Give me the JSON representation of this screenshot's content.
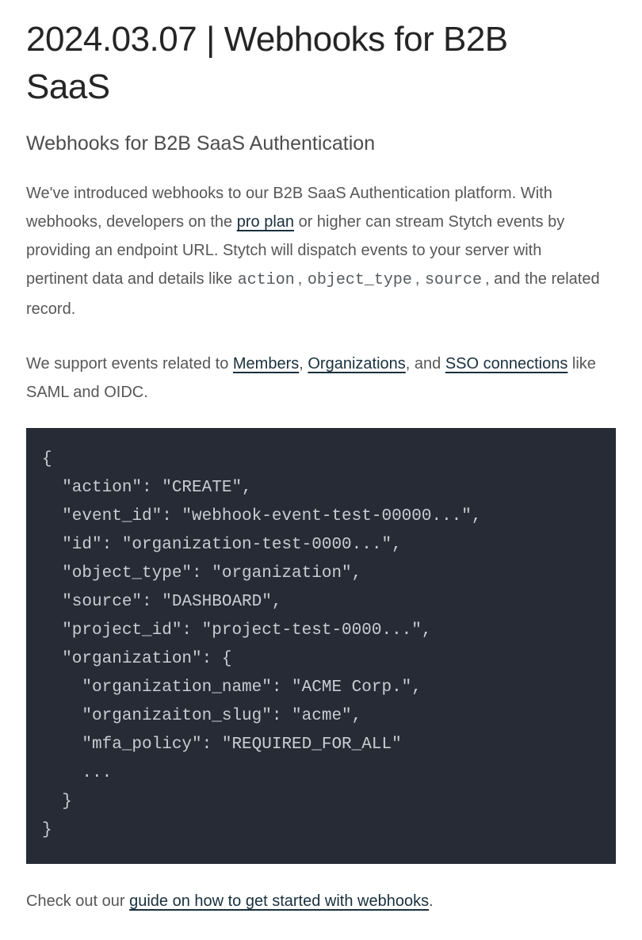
{
  "colors": {
    "page_bg": "#ffffff",
    "heading": "#252525",
    "subtitle": "#4d4d4d",
    "body_text": "#575757",
    "link": "#19303d",
    "code_block_bg": "#262b36",
    "code_block_text": "#c9cdd3"
  },
  "header": {
    "title": "2024.03.07 | Webhooks for B2B SaaS",
    "subtitle": "Webhooks for B2B SaaS Authentication"
  },
  "intro": {
    "text_1": "We've introduced webhooks to our B2B SaaS Authentication platform. With webhooks, developers on the ",
    "pro_plan_link": "pro plan",
    "text_2": " or higher can stream Stytch events by providing an endpoint URL. Stytch will dispatch events to your server with pertinent data and details like ",
    "code_action": "action",
    "text_3": ", ",
    "code_object_type": "object_type",
    "text_4": ", ",
    "code_source": "source",
    "text_5": ", and the related record."
  },
  "events": {
    "text_1": "We support events related to ",
    "members_link": "Members",
    "text_2": ", ",
    "organizations_link": "Organizations",
    "text_3": ", and ",
    "sso_connections_link": "SSO connections",
    "text_4": " like SAML and OIDC."
  },
  "code_block": {
    "content": "{\n  \"action\": \"CREATE\",\n  \"event_id\": \"webhook-event-test-00000...\",\n  \"id\": \"organization-test-0000...\",\n  \"object_type\": \"organization\",\n  \"source\": \"DASHBOARD\",\n  \"project_id\": \"project-test-0000...\",\n  \"organization\": {\n    \"organization_name\": \"ACME Corp.\",\n    \"organizaiton_slug\": \"acme\",\n    \"mfa_policy\": \"REQUIRED_FOR_ALL\"\n    ...\n  }\n}"
  },
  "outro": {
    "text_1": "Check out our ",
    "guide_link": "guide on how to get started with webhooks",
    "text_2": "."
  }
}
